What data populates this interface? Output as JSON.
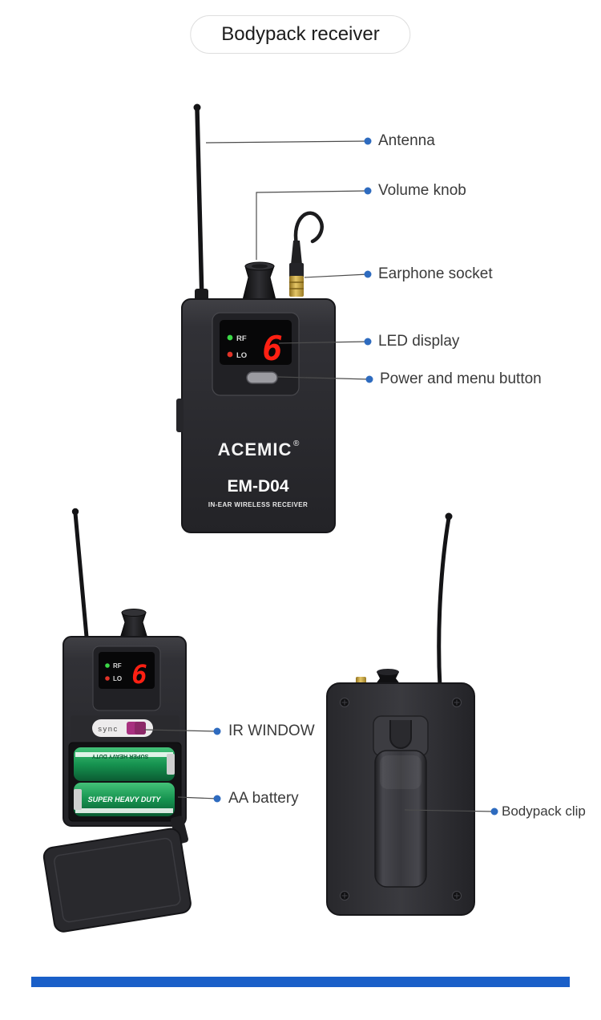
{
  "title": "Bodypack receiver",
  "callouts": {
    "antenna": "Antenna",
    "volume_knob": "Volume knob",
    "earphone_socket": "Earphone socket",
    "led_display": "LED display",
    "power_menu": "Power and menu button",
    "ir_window": "IR WINDOW",
    "aa_battery": "AA battery",
    "bodypack_clip": "Bodypack clip"
  },
  "device": {
    "brand": "ACEMIC",
    "trademark": "®",
    "model": "EM-D04",
    "subtitle": "IN-EAR WIRELESS RECEIVER",
    "rf": "RF",
    "lo": "LO",
    "channel_digit": "6",
    "sync": "sync"
  },
  "battery_text": "SUPER HEAVY DUTY",
  "colors": {
    "callout_dot": "#2e6bbf",
    "divider": "#1a5fc8",
    "digit_red": "#ff2013",
    "led_green": "#3bd847",
    "led_red": "#e03328",
    "device_body": "#2b2b2e"
  }
}
